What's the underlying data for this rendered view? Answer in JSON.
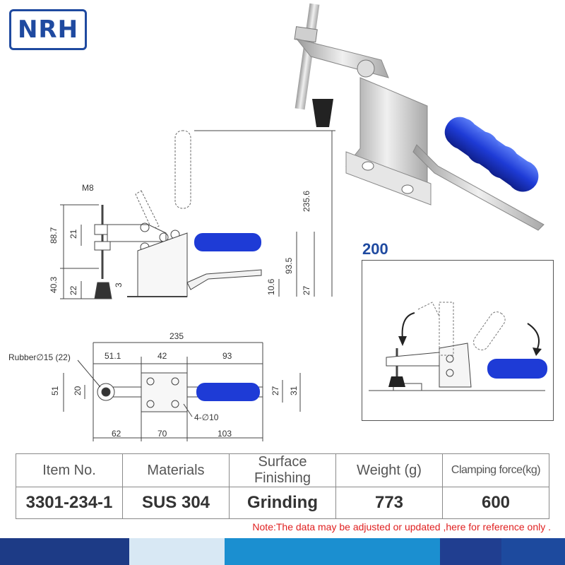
{
  "brand": {
    "logo_text": "NRH",
    "color": "#1f4aa0"
  },
  "model_label": "200",
  "drawing": {
    "side_view": {
      "thread": "M8",
      "dims": {
        "total_height": "235.6",
        "upper_height": "88.7",
        "spindle_offset": "21",
        "lower_height": "40.3",
        "tip_height": "22",
        "base_plate": "3",
        "handle_height": "93.5",
        "bar_height": "10.6",
        "base_height": "27"
      }
    },
    "top_view": {
      "rubber_label": "Rubber∅15  (22)",
      "dims": {
        "total_length": "235",
        "spindle_to_base": "51.1",
        "hole_pitch": "42",
        "handle_length": "93",
        "width": "51",
        "slot_width": "20",
        "base_width": "27",
        "overall_width": "31",
        "front_length": "62",
        "base_length": "70",
        "rear_length": "103",
        "holes": "4-∅10"
      }
    }
  },
  "table": {
    "headers": [
      "Item No.",
      "Materials",
      "Surface Finishing",
      "Weight (g)",
      "Clamping force(kg)"
    ],
    "values": [
      "3301-234-1",
      "SUS 304",
      "Grinding",
      "773",
      "600"
    ]
  },
  "note": "Note:The data may be adjusted or updated ,here for reference only .",
  "colors": {
    "handle": "#1e3bd6",
    "note": "#e02020",
    "bar": [
      "#1d3b86",
      "#d8e8f4",
      "#1b8fd0",
      "#203e90",
      "#1d4a9e"
    ]
  }
}
